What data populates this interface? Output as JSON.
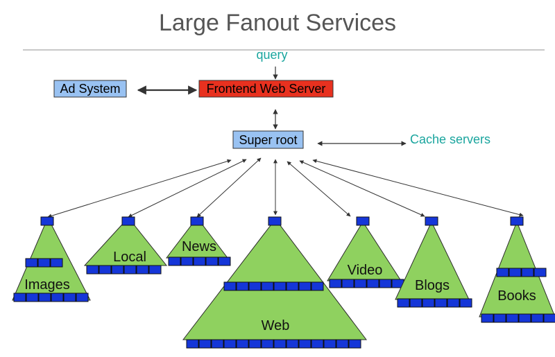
{
  "title": "Large Fanout Services",
  "colors": {
    "frontend": "#e8311f",
    "box": "#99c2f2",
    "teal": "#1aa59e",
    "tree": "#8fd15f",
    "node": "#1536d8"
  },
  "labels": {
    "query": "query",
    "frontend": "Frontend Web Server",
    "ad_system": "Ad System",
    "super_root": "Super root",
    "cache": "Cache servers"
  },
  "trees": [
    {
      "key": "images",
      "label": "Images"
    },
    {
      "key": "local",
      "label": "Local"
    },
    {
      "key": "news",
      "label": "News"
    },
    {
      "key": "web",
      "label": "Web"
    },
    {
      "key": "video",
      "label": "Video"
    },
    {
      "key": "blogs",
      "label": "Blogs"
    },
    {
      "key": "books",
      "label": "Books"
    }
  ]
}
